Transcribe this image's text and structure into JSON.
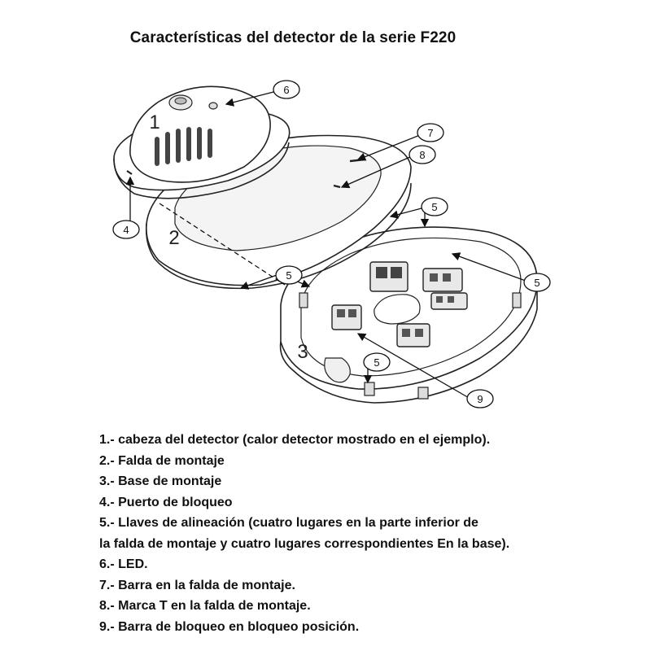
{
  "title": "Características del detector de la serie F220",
  "callouts": {
    "c1": "1",
    "c2": "2",
    "c3": "3",
    "c4": "4",
    "c5a": "5",
    "c5b": "5",
    "c5c": "5",
    "c5d": "5",
    "c6": "6",
    "c7": "7",
    "c8": "8",
    "c9": "9"
  },
  "legend": [
    "1.- cabeza del detector (calor detector mostrado en el ejemplo).",
    "2.- Falda de montaje",
    "3.- Base de montaje",
    "4.- Puerto de bloqueo",
    "5.- Llaves de alineación (cuatro lugares en la parte inferior de",
    "la falda de montaje y cuatro lugares correspondientes En la base).",
    "6.- LED.",
    "7.- Barra en la falda de montaje.",
    "8.- Marca T en la falda de montaje.",
    "9.- Barra de bloqueo en bloqueo posición."
  ]
}
